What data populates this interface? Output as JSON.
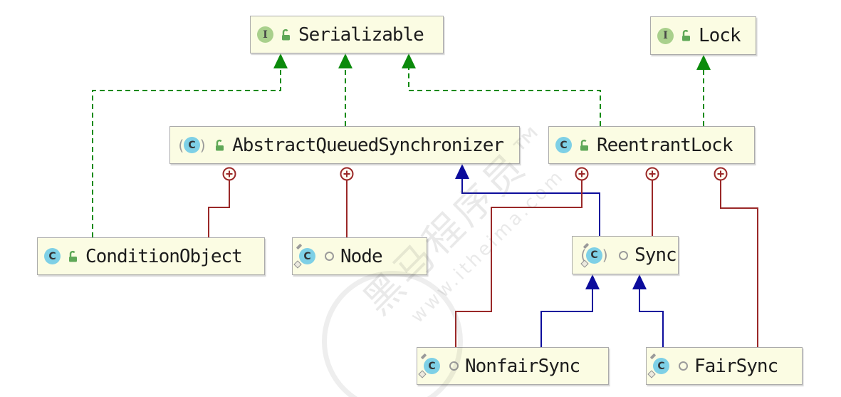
{
  "diagram": {
    "type": "uml-class-diagram",
    "background": "#ffffff"
  },
  "colors": {
    "node_fill": "#fbfce3",
    "node_border": "#ababab",
    "implements_edge": "#0b8a0b",
    "extends_edge": "#0c0c9c",
    "inner_class_edge": "#9a2828",
    "interface_icon_fill": "#a9d08c",
    "class_icon_fill": "#7ed0e6",
    "lock_icon_green": "#5fa857",
    "label_text": "#1d1d1d"
  },
  "icons": {
    "interface_letter": "I",
    "class_letter": "C"
  },
  "nodes": {
    "serializable": {
      "label": "Serializable",
      "kind": "interface",
      "visibility": "public"
    },
    "lock": {
      "label": "Lock",
      "kind": "interface",
      "visibility": "public"
    },
    "aqs": {
      "label": "AbstractQueuedSynchronizer",
      "kind": "abstract-class",
      "visibility": "public"
    },
    "reentrantlock": {
      "label": "ReentrantLock",
      "kind": "class",
      "visibility": "public"
    },
    "conditionobject": {
      "label": "ConditionObject",
      "kind": "class",
      "visibility": "public"
    },
    "node": {
      "label": "Node",
      "kind": "static-class",
      "visibility": "package-private"
    },
    "sync": {
      "label": "Sync",
      "kind": "abstract-static-class",
      "visibility": "package-private"
    },
    "nonfairsync": {
      "label": "NonfairSync",
      "kind": "static-class",
      "visibility": "package-private"
    },
    "fairsync": {
      "label": "FairSync",
      "kind": "static-class",
      "visibility": "package-private"
    }
  },
  "edges": [
    {
      "from": "conditionobject",
      "to": "serializable",
      "type": "implements"
    },
    {
      "from": "aqs",
      "to": "serializable",
      "type": "implements"
    },
    {
      "from": "reentrantlock",
      "to": "serializable",
      "type": "implements"
    },
    {
      "from": "reentrantlock",
      "to": "lock",
      "type": "implements"
    },
    {
      "from": "sync",
      "to": "aqs",
      "type": "extends"
    },
    {
      "from": "nonfairsync",
      "to": "sync",
      "type": "extends"
    },
    {
      "from": "fairsync",
      "to": "sync",
      "type": "extends"
    },
    {
      "from": "aqs",
      "to": "conditionobject",
      "type": "inner"
    },
    {
      "from": "aqs",
      "to": "node",
      "type": "inner"
    },
    {
      "from": "reentrantlock",
      "to": "nonfairsync",
      "type": "inner"
    },
    {
      "from": "reentrantlock",
      "to": "sync",
      "type": "inner"
    },
    {
      "from": "reentrantlock",
      "to": "fairsync",
      "type": "inner"
    }
  ],
  "watermark": {
    "line1": "黑马程序员™",
    "line2": "www.itheima.com"
  }
}
